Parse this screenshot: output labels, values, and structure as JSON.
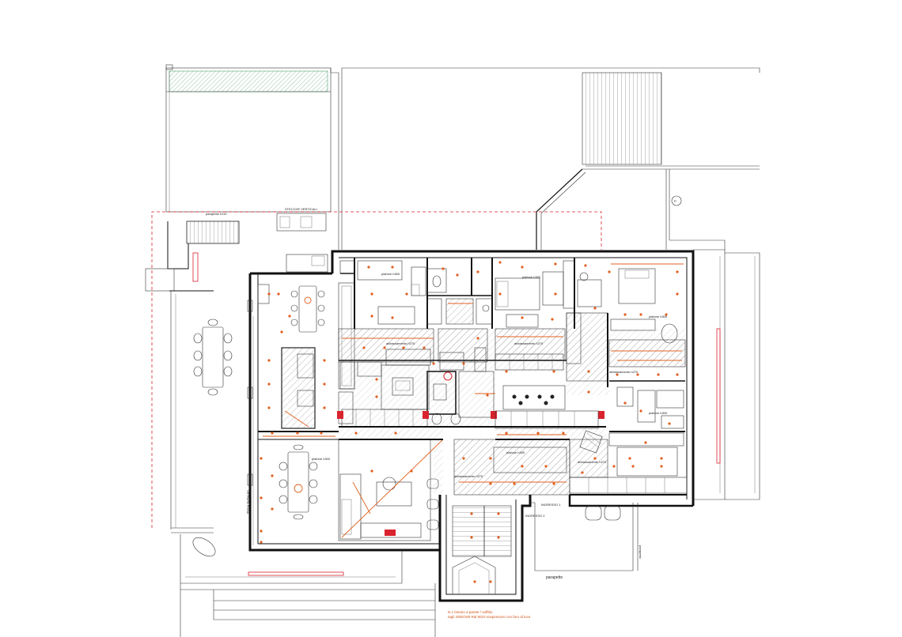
{
  "labels": {
    "parapetto_top": "parapetto h110",
    "stecche": "STECCHE VERTICALI",
    "plafone_1": "plafone h300",
    "plafone_2": "plafone h300",
    "plafone_3": "plafone h300",
    "plafone_4": "plafone h300",
    "plafone_5": "plafone h300",
    "plafone_6": "plafone h300",
    "controsoffitto_1": "abbassamento h270",
    "controsoffitto_2": "abbassamento h270",
    "controsoffitto_3": "abbassamento h270",
    "controsoffitto_4": "abbassamento h270",
    "controsoffitto_5": "abbassamento h270",
    "ingresso_1": "INGRESSO 1",
    "ingresso_2": "INGRESSO 2",
    "parapetto_bottom": "parapetto",
    "parapetto_side": "parapetto",
    "vetrata": "VETRATA FISSA",
    "note_1": "N.1 binario a parete / soffitto",
    "note_2": "tagli 2000/180 Ral 9010 sospensioni con faro di luce"
  },
  "colors": {
    "wall": "#111111",
    "light_fixture": "#e0601f",
    "accent_red": "#d9232d",
    "hatch": "#777777",
    "green_strip": "#2e8b57"
  }
}
